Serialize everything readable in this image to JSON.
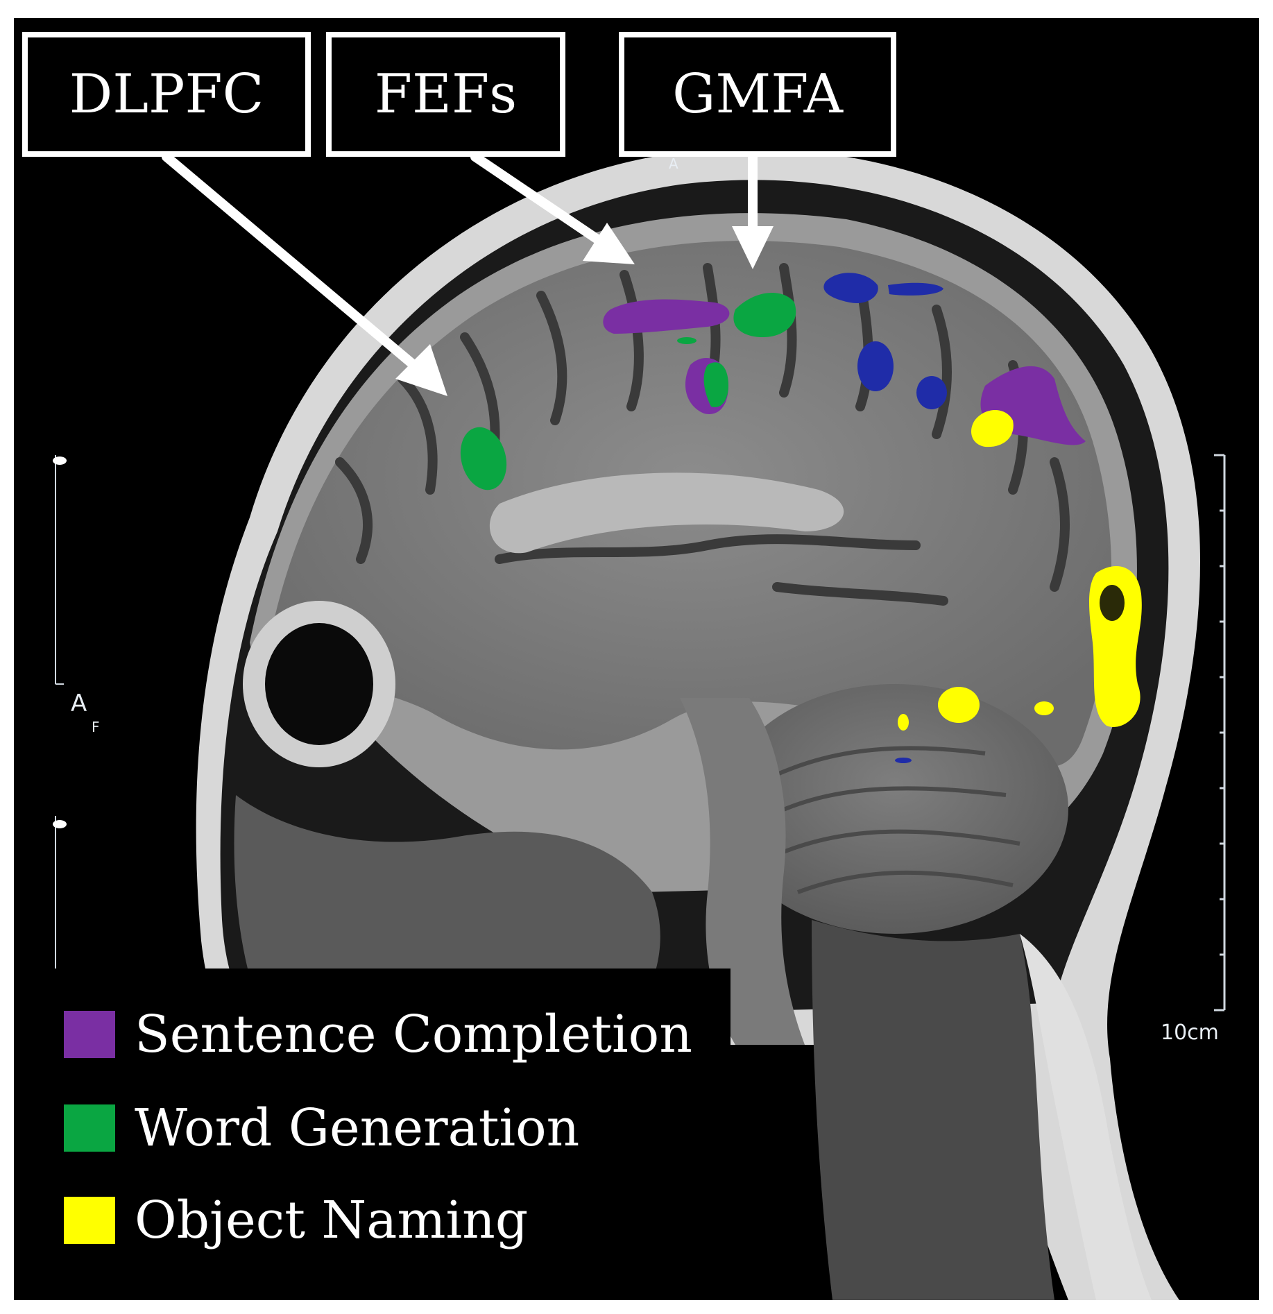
{
  "figure": {
    "region_labels": {
      "dlpfc": "DLPFC",
      "fefs": "FEFs",
      "gmfa": "GMFA"
    },
    "legend": [
      {
        "label": "Sentence Completion",
        "color": "#7a2fa3"
      },
      {
        "label": "Word Generation",
        "color": "#0aa642"
      },
      {
        "label": "Object Naming",
        "color": "#ffff00"
      }
    ],
    "scale_label": "10cm",
    "orientation_markers": {
      "side_a": "A",
      "side_f": "F",
      "top_a": "A"
    },
    "activation_colors": {
      "sentence_completion": "#7a2fa3",
      "word_generation": "#0aa642",
      "object_naming": "#ffff00",
      "other": "#1f2ca8"
    }
  }
}
